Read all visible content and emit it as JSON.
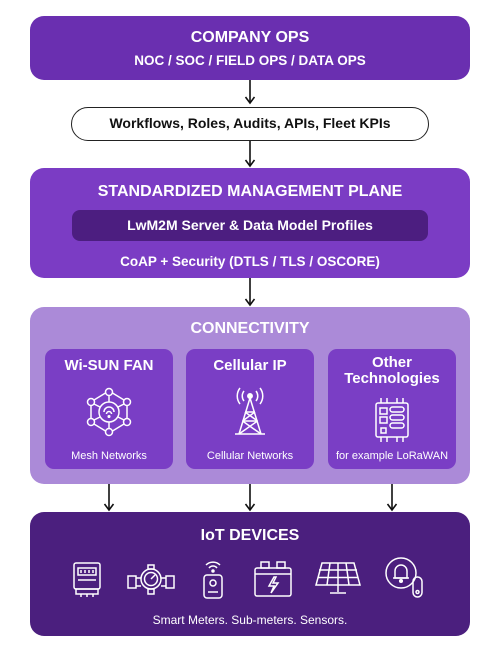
{
  "company_ops": {
    "title": "COMPANY OPS",
    "subtitle": "NOC / SOC / FIELD OPS / DATA OPS"
  },
  "workflows": "Workflows, Roles, Audits, APIs, Fleet KPIs",
  "management_plane": {
    "title": "STANDARDIZED MANAGEMENT PLANE",
    "server": "LwM2M Server & Data Model Profiles",
    "protocols": "CoAP + Security (DTLS / TLS / OSCORE)"
  },
  "connectivity": {
    "title": "CONNECTIVITY",
    "items": [
      {
        "title": "Wi-SUN FAN",
        "footer": "Mesh Networks",
        "icon": "mesh-network-icon"
      },
      {
        "title": "Cellular IP",
        "footer": "Cellular Networks",
        "icon": "cell-tower-icon"
      },
      {
        "title_line1": "Other",
        "title_line2": "Technologies",
        "footer": "for example LoRaWAN",
        "icon": "radio-module-icon"
      }
    ]
  },
  "iot_devices": {
    "title": "IoT DEVICES",
    "icons": [
      "smart-meter-icon",
      "flow-meter-icon",
      "sensor-icon",
      "battery-icon",
      "solar-panel-icon",
      "alarm-device-icon"
    ],
    "footer": "Smart Meters. Sub-meters. Sensors."
  },
  "colors": {
    "ops": "#6a2fb0",
    "management": "#7b3cc4",
    "connectivity": "#ab8ad8",
    "connectivity_card": "#7a3ec5",
    "iot": "#4b1f7e"
  }
}
